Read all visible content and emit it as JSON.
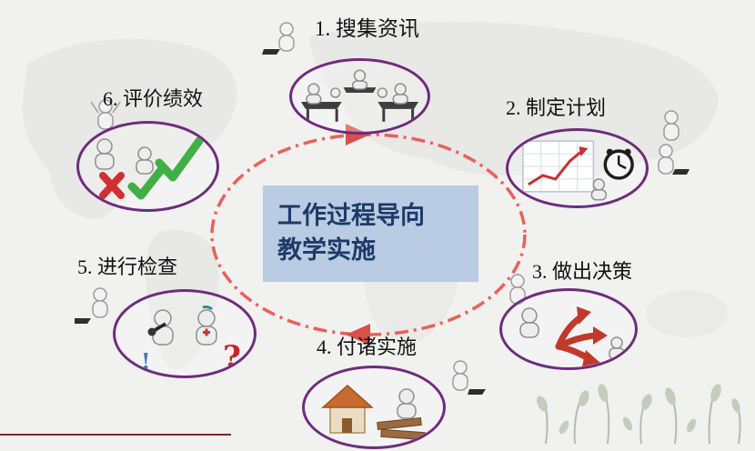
{
  "title": {
    "line1": "工作过程导向",
    "line2": "教学实施"
  },
  "steps": [
    {
      "label": "1. 搜集资讯",
      "icon": "meeting-clipart"
    },
    {
      "label": "2. 制定计划",
      "icon": "planning-chart-clipart"
    },
    {
      "label": "3. 做出决策",
      "icon": "decision-arrows-clipart"
    },
    {
      "label": "4. 付诸实施",
      "icon": "construction-clipart"
    },
    {
      "label": "5. 进行检查",
      "icon": "inspection-clipart"
    },
    {
      "label": "6. 评价绩效",
      "icon": "evaluation-checks-clipart"
    }
  ],
  "decor": {
    "question_mark": "?",
    "exclamation_mark": "!"
  },
  "colors": {
    "background": "#f1f1f0",
    "map": "#e7e7e6",
    "ellipse_border": "#6e2c7d",
    "cycle_stroke": "#e9605a",
    "center_box_bg": "#b9cce4",
    "center_text": "#1f3a67",
    "check_green": "#3faf46",
    "cross_red": "#d03030"
  }
}
